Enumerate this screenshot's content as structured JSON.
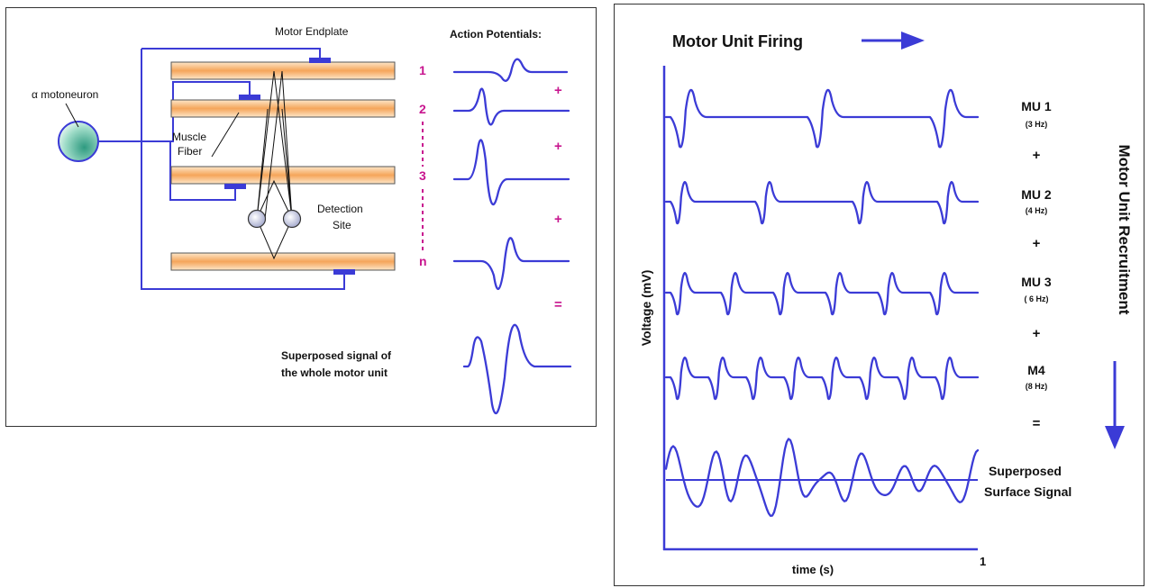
{
  "left": {
    "motoneuron_label": "α  motoneuron",
    "endplate_label": "Motor Endplate",
    "fiber_label_line1": "Muscle",
    "fiber_label_line2": "Fiber",
    "detection_line1": "Detection",
    "detection_line2": "Site",
    "ap_title": "Action Potentials:",
    "fiber_numbers": [
      "1",
      "2",
      "3",
      "n"
    ],
    "operators": [
      "+",
      "+",
      "+",
      "="
    ],
    "superposed_line1": "Superposed signal of",
    "superposed_line2": "the whole motor unit"
  },
  "right": {
    "firing_title": "Motor Unit Firing",
    "recruitment_title": "Motor Unit Recruitment",
    "ylabel": "Voltage (mV)",
    "xlabel": "time (s)",
    "x_end_label": "1",
    "units": [
      {
        "name": "MU 1",
        "freq": "(3 Hz)",
        "rate": 3
      },
      {
        "name": "MU 2",
        "freq": "(4 Hz)",
        "rate": 4
      },
      {
        "name": "MU 3",
        "freq": "( 6 Hz)",
        "rate": 6
      },
      {
        "name": "M4",
        "freq": "(8 Hz)",
        "rate": 8
      }
    ],
    "operators": [
      "+",
      "+",
      "+",
      "="
    ],
    "superposed_line1": "Superposed",
    "superposed_line2": "Surface Signal"
  },
  "colors": {
    "wire": "#3b3bd6",
    "label_magenta": "#c8168f",
    "fiber_orange": "#f5a55a",
    "neuron_teal": "#3aa890"
  }
}
